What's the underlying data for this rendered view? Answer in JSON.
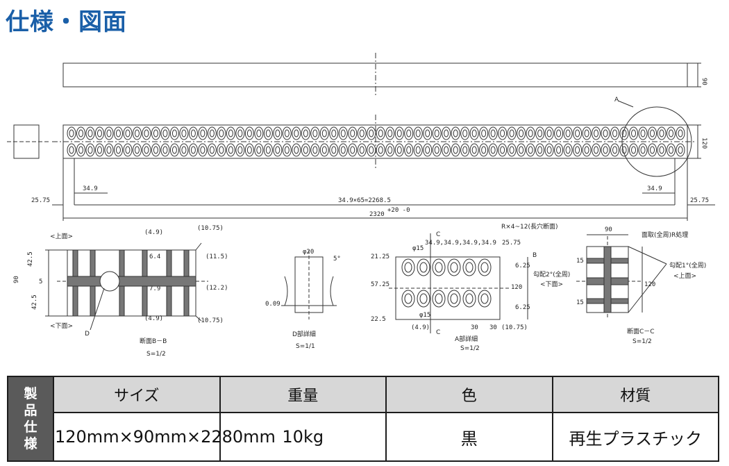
{
  "page": {
    "title": "仕様・図面"
  },
  "drawing": {
    "label_A": "A",
    "dims": {
      "height_90": "90",
      "height_120": "120",
      "pitch_left": "34.9",
      "pitch_right": "34.9",
      "edge_left": "25.75",
      "edge_right": "25.75",
      "pitch_total": "34.9×65=2268.5",
      "length_total": "2320",
      "length_tol": "+20 -0"
    },
    "section_bb": {
      "top_label": "<上面>",
      "bottom_label": "<下面>",
      "caption": "断面B－B",
      "scale": "S=1/2",
      "d_label": "D",
      "v90": "90",
      "v42_5_top": "42.5",
      "v42_5_bot": "42.5",
      "v5": "5",
      "d49_top": "(4.9)",
      "d49_bot": "(4.9)",
      "d1075_top": "(10.75)",
      "d1075_bot": "(10.75)",
      "d115": "(11.5)",
      "d122": "(12.2)",
      "d64": "6.4",
      "d79": "7.9"
    },
    "detail_d": {
      "caption": "D部詳細",
      "scale": "S=1/1",
      "phi20": "φ20",
      "angle": "5°",
      "d009": "0.09"
    },
    "detail_a": {
      "caption": "A部詳細",
      "scale": "S=1/2",
      "c_top": "C",
      "c_bot": "C",
      "b_label": "B",
      "pitch_row": "34.9,34.9,34.9,34.9",
      "d2575": "25.75",
      "hole_note": "R×4~12(長穴断面)",
      "d625_top": "6.25",
      "d625_bot": "6.25",
      "d120": "120",
      "d49": "(4.9)",
      "d30a": "30",
      "d30b": "30",
      "d1075": "(10.75)",
      "d225": "22.5",
      "d2125": "21.25",
      "d5725": "57.25",
      "phi15a": "φ15",
      "phi15b": "φ15",
      "slope_note": "勾配2°(全周)",
      "bottom_face": "<下面>"
    },
    "section_cc": {
      "caption": "断面C－C",
      "scale": "S=1/2",
      "d90": "90",
      "d120": "120",
      "d15a": "15",
      "d15b": "15",
      "note1": "面取(全周)R処理",
      "note2": "勾配1°(全周)",
      "top_face": "<上面>"
    }
  },
  "spec_table": {
    "side_label": "製品仕様",
    "headers": [
      "サイズ",
      "重量",
      "色",
      "材質"
    ],
    "values": [
      "120mm×90mm×2280mm",
      "10kg",
      "黒",
      "再生プラスチック"
    ]
  }
}
